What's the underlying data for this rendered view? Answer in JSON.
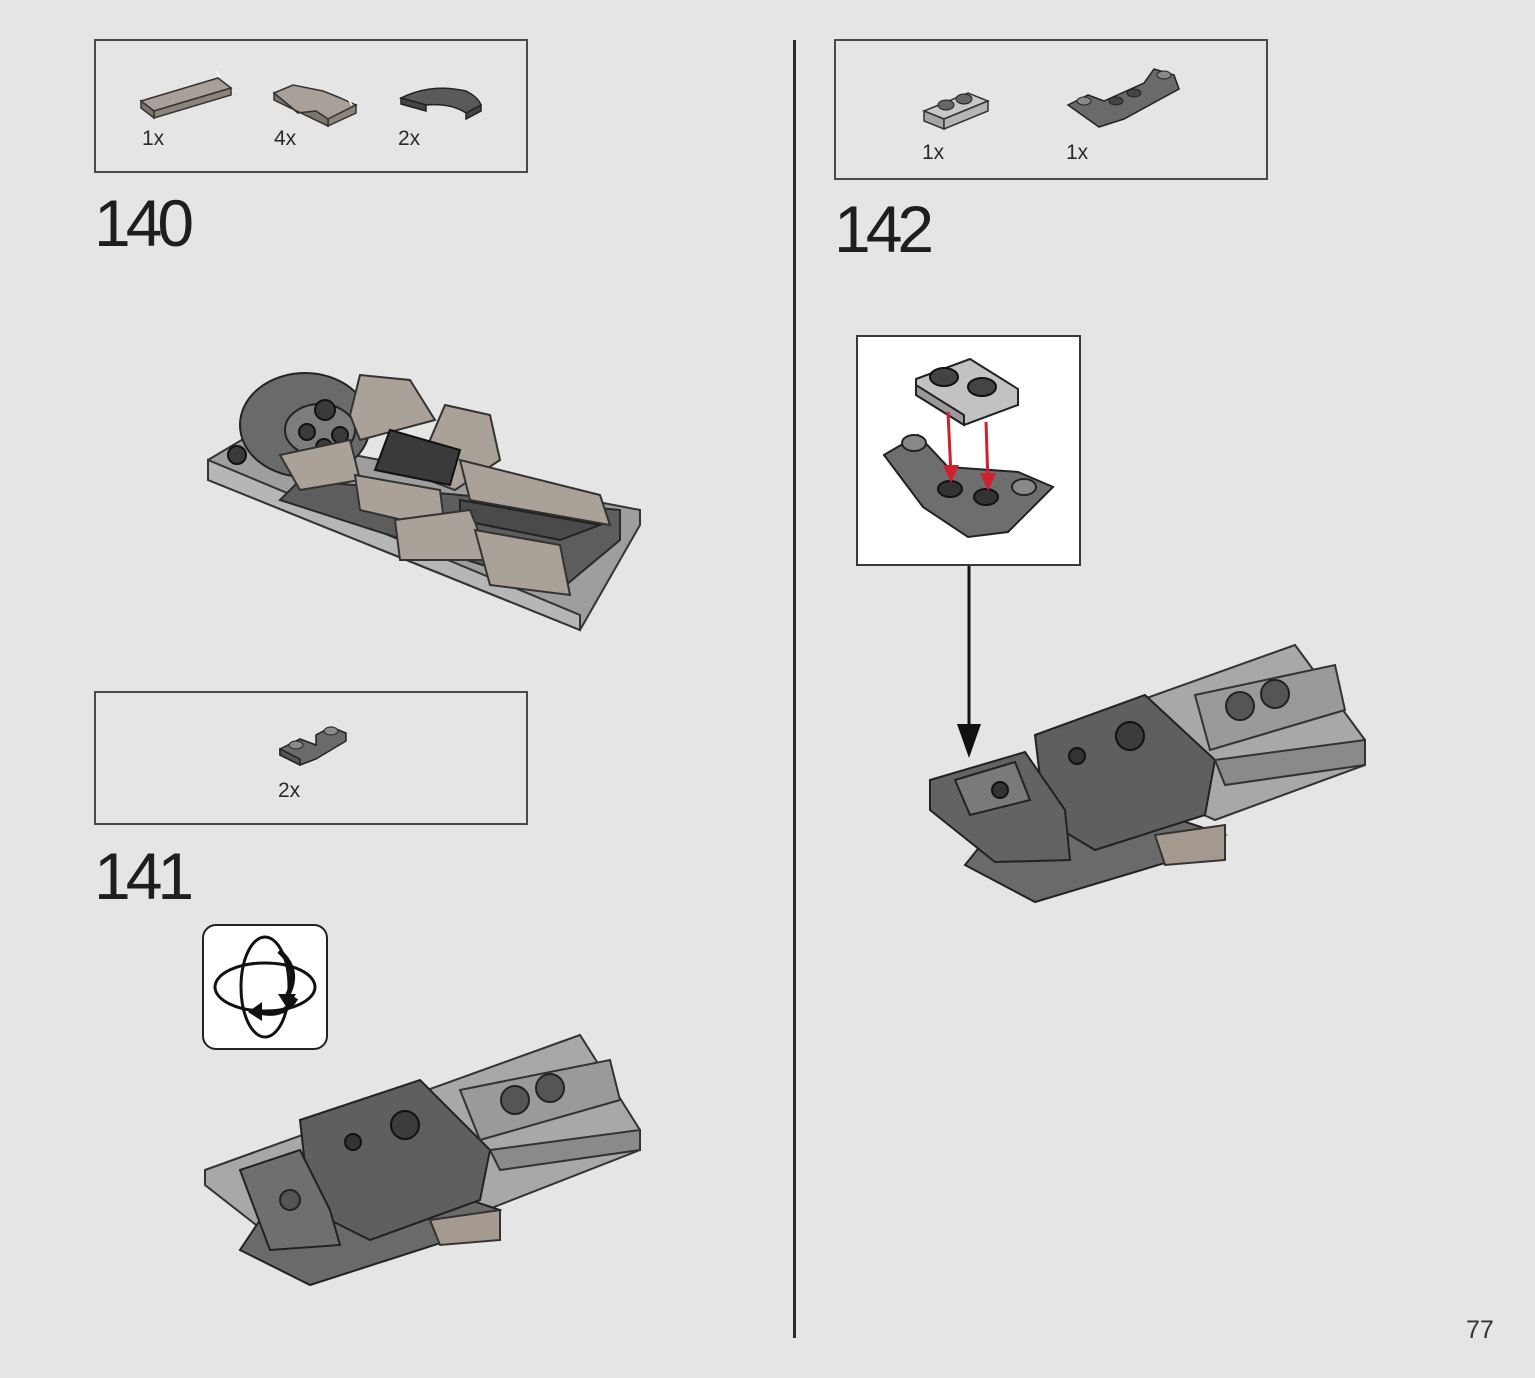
{
  "page": {
    "number": "77"
  },
  "steps": [
    {
      "number": "140",
      "parts": [
        {
          "qty": "1x",
          "icon": "tile-1x4-wood-icon"
        },
        {
          "qty": "4x",
          "icon": "corner-tile-wood-icon"
        },
        {
          "qty": "2x",
          "icon": "curved-tile-dark-gray-icon"
        }
      ]
    },
    {
      "number": "141",
      "parts": [
        {
          "qty": "2x",
          "icon": "inverted-bracket-dark-gray-icon"
        }
      ],
      "indicator": "rotate-model-icon"
    },
    {
      "number": "142",
      "parts": [
        {
          "qty": "1x",
          "icon": "plate-1x2-light-gray-icon"
        },
        {
          "qty": "1x",
          "icon": "inverted-slope-dark-gray-icon"
        }
      ],
      "callout": "subassembly-callout"
    }
  ],
  "colors": {
    "background": "#e5e5e5",
    "frame": "#4a4a4a",
    "arrow_red": "#d0202e",
    "dark_gray": "#5f5f5f",
    "light_gray": "#a8a8a8",
    "wood": "#a49a90"
  }
}
